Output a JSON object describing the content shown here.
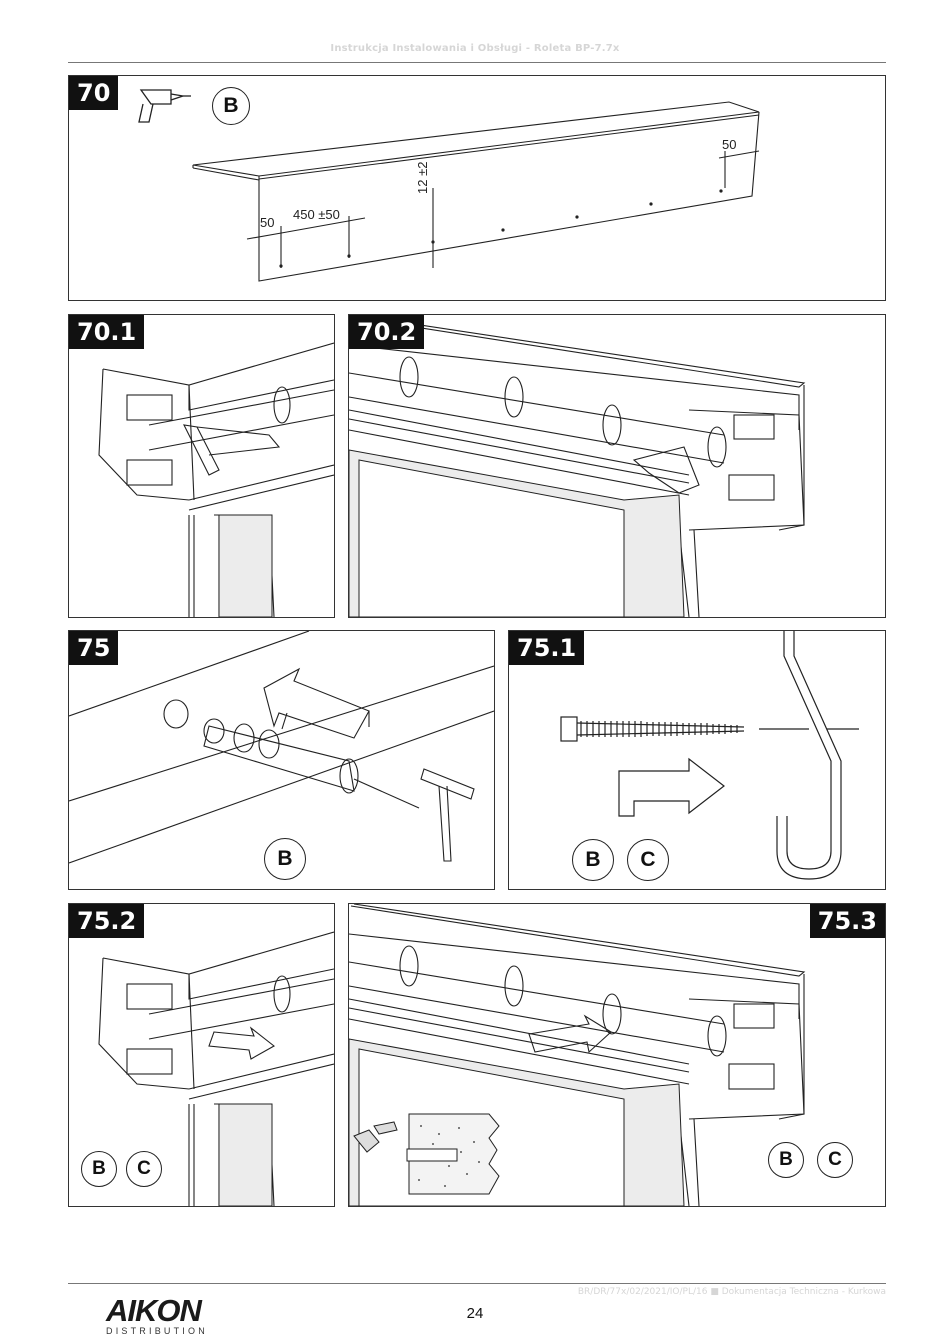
{
  "header": {
    "text": "Instrukcja Instalowania i Obsługi - Roleta BP-7.7x"
  },
  "panels": {
    "p70": {
      "label": "70",
      "circles": [
        "B"
      ],
      "dims": {
        "left": "50",
        "spacing": "450 ±50",
        "height": "12 ±2",
        "right": "50"
      }
    },
    "p701": {
      "label": "70.1"
    },
    "p702": {
      "label": "70.2"
    },
    "p75": {
      "label": "75",
      "circles": [
        "B"
      ]
    },
    "p751": {
      "label": "75.1",
      "circles": [
        "B",
        "C"
      ]
    },
    "p752": {
      "label": "75.2",
      "circles": [
        "B",
        "C"
      ]
    },
    "p753": {
      "label": "75.3",
      "circles": [
        "B",
        "C"
      ]
    }
  },
  "footer": {
    "code": "BR/DR/77x/02/2021/IO/PL/16 ■ Dokumentacja Techniczna - Kurkowa",
    "page_number": "24",
    "logo": {
      "name": "AIKON",
      "tagline": "DISTRIBUTION"
    }
  },
  "icons": [
    "drill-icon",
    "hammer-icon",
    "screw-icon",
    "hook-icon",
    "arrow-icon",
    "wall-plug-icon"
  ]
}
